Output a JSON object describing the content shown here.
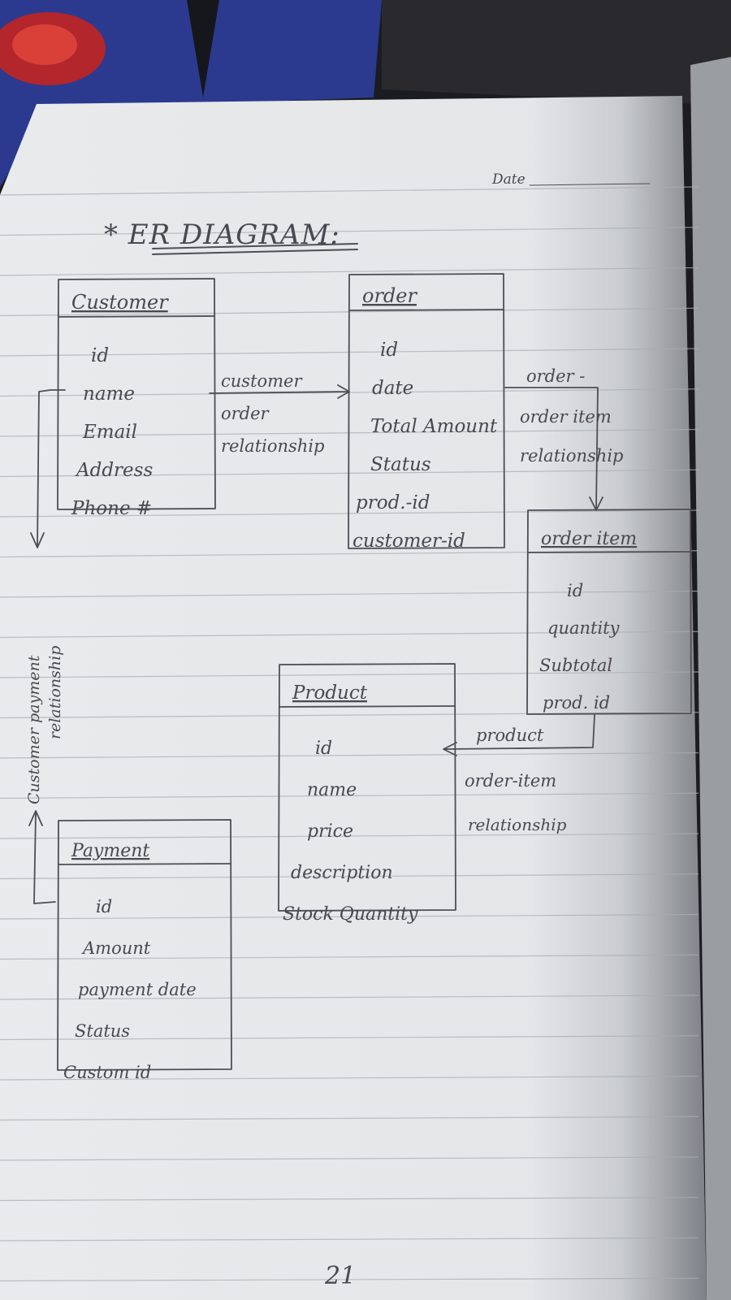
{
  "page": {
    "date_label": "Date",
    "title": "* ER DIAGRAM:",
    "page_number": "21"
  },
  "entities": [
    {
      "id": "customer",
      "name": "Customer",
      "attributes": [
        "id",
        "name",
        "Email",
        "Address",
        "Phone #"
      ]
    },
    {
      "id": "order",
      "name": "order",
      "attributes": [
        "id",
        "date",
        "Total Amount",
        "Status",
        "prod.-id",
        "customer-id"
      ]
    },
    {
      "id": "order_item",
      "name": "order item",
      "attributes": [
        "id",
        "quantity",
        "Subtotal",
        "prod. id"
      ]
    },
    {
      "id": "product",
      "name": "Product",
      "attributes": [
        "id",
        "name",
        "price",
        "description",
        "Stock Quantity"
      ]
    },
    {
      "id": "payment",
      "name": "Payment",
      "attributes": [
        "id",
        "Amount",
        "payment date",
        "Status",
        "Custom id"
      ]
    }
  ],
  "relationships": [
    {
      "id": "customer_order",
      "from": "customer",
      "to": "order",
      "label": [
        "customer",
        "order",
        "relationship"
      ]
    },
    {
      "id": "order_orderitem",
      "from": "order",
      "to": "order_item",
      "label": [
        "order -",
        "order item",
        "relationship"
      ]
    },
    {
      "id": "product_orderitem",
      "from": "order_item",
      "to": "product",
      "label": [
        "product",
        "order-item",
        "relationship"
      ]
    },
    {
      "id": "customer_payment",
      "from": "customer",
      "to": "payment",
      "label": [
        "Customer payment",
        "relationship"
      ]
    }
  ],
  "colors": {
    "paper": "#eceef0",
    "ink": "#4a4850",
    "rule": "#a9adb4",
    "background": "#1c1d22",
    "cloth": "#2b3a8f"
  }
}
